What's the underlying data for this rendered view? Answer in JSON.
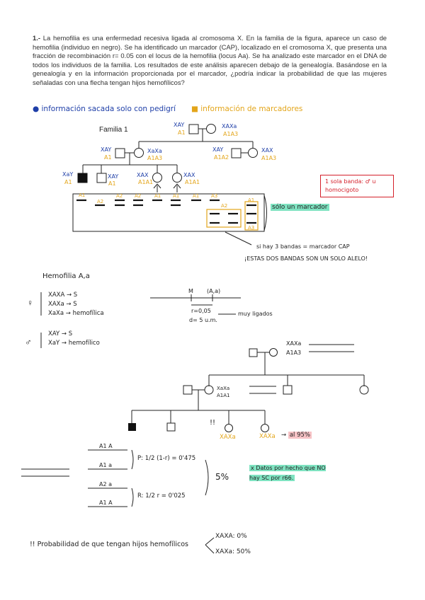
{
  "question": {
    "number": "1.-",
    "text": "La hemofilia es una enfermedad recesiva ligada al cromosoma X. En la familia de la figura, aparece un caso de hemofilia (individuo en negro). Se ha identificado un marcador (CAP), localizado en el cromosoma X, que presenta una fracción de recombinación r= 0.05 con el locus de la hemofilia (locus Aa). Se ha analizado este marcador en el DNA de todos los individuos de la familia. Los resultados de este análisis aparecen debajo de la genealogía. Basándose en la genealogía y en la información proporcionada por el marcador, ¿podría indicar la probabilidad de que las mujeres señaladas con una flecha tengan hijos hemofílicos?"
  },
  "legend": {
    "pedigree_info": "información sacada solo con pedigrí",
    "marker_info": "información de marcadores"
  },
  "pedigree": {
    "family_label": "Familia 1",
    "gen1_male": {
      "genotype": "XAY",
      "marker": "A1"
    },
    "gen1_female": {
      "genotype": "XAXa",
      "marker": "A1A3"
    },
    "gen2_male_left": {
      "genotype": "XAY",
      "marker": "A1"
    },
    "gen2_female_left": {
      "genotype": "XaXa",
      "marker": "A1A3"
    },
    "gen2_male_right": {
      "genotype": "XAY",
      "marker": "A1A2"
    },
    "gen2_female_right": {
      "genotype": "XAX",
      "marker": "A1A3"
    },
    "gen3_affected": {
      "genotype": "XaY",
      "marker": "A1"
    },
    "gen3_male": {
      "genotype": "XAY",
      "marker": "A1"
    },
    "gen3_female_a": {
      "genotype": "XAX",
      "marker": "A1A1"
    },
    "gen3_female_b": {
      "genotype": "XAX",
      "marker": "A1A1"
    },
    "gel_labels": [
      "A1",
      "A2",
      "A2",
      "A2",
      "A1",
      "A1",
      "A1",
      "A3",
      "A2",
      "A1",
      "A3"
    ],
    "note_box": "1 sola banda: ♂ u homocigoto",
    "only_marker": "sólo un marcador",
    "three_bands": "si hay 3 bandas = marcador CAP",
    "same_allele": "¡ESTAS DOS BANDAS SON UN SOLO ALELO!"
  },
  "notes": {
    "title": "Hemofilia A,a",
    "female_rows": [
      "XAXA → S",
      "XAXa → S",
      "XaXa → hemofílica"
    ],
    "male_rows": [
      "XAY → S",
      "XaY → hemofílico"
    ],
    "map_labels": {
      "m": "M",
      "locus": "(A,a)",
      "r": "r=0,05",
      "d": "d= 5 u.m.",
      "linked": "muy ligados"
    },
    "mother_top": {
      "genotype": "XAXa",
      "marker": "A1A3"
    },
    "mid_female": {
      "genotype": "XaXa",
      "marker": "A1A1"
    },
    "warning": "!!",
    "arrow_left": "XAXa",
    "arrow_right": "XAXa",
    "al95": "al 95%",
    "gametes": [
      "A1 A",
      "A1 a",
      "A2 a",
      "A1 A"
    ],
    "p_formula": "P: 1/2 (1-r) = 0'475",
    "r_formula": "R: 1/2 r = 0'025",
    "five_pct": "5%",
    "data_note": "x Datos por hecho que NO hay SC por r66.",
    "final_question": "!! Probabilidad de que tengan hijos hemofílicos",
    "result_1": "XAXA: 0%",
    "result_2": "XAXa: 50%"
  },
  "colors": {
    "blue": "#1f3fa8",
    "gold": "#e3a51a",
    "red": "#d4202a",
    "green": "#7fe3c1"
  }
}
